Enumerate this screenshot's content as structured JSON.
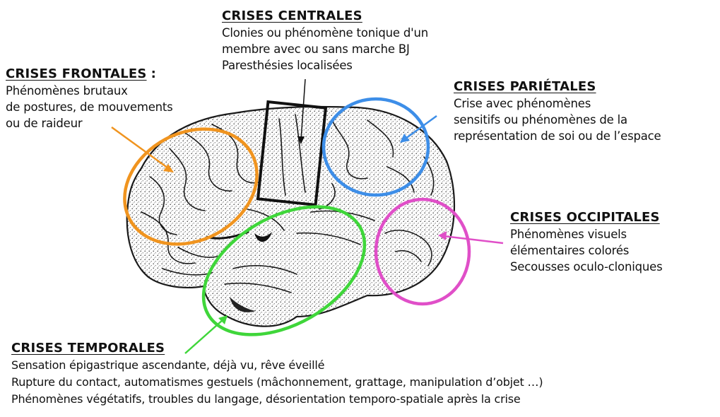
{
  "regions": {
    "central": {
      "title": "CRISES CENTRALES",
      "lines": [
        "Clonies ou phénomène tonique d'un",
        "membre avec ou sans marche BJ",
        "Paresthésies localisées"
      ],
      "color": "#111111"
    },
    "frontal": {
      "title": "CRISES FRONTALES",
      "title_suffix": " :",
      "lines": [
        "Phénomènes brutaux",
        "de postures, de mouvements",
        "ou de raideur"
      ],
      "color": "#f0941f"
    },
    "parietal": {
      "title": "CRISES PARIÉTALES",
      "lines": [
        "Crise avec phénomènes",
        "sensitifs ou phénomènes de la",
        "représentation de soi ou de l’espace"
      ],
      "color": "#3d8ee8"
    },
    "occipital": {
      "title": "CRISES OCCIPITALES",
      "lines": [
        "Phénomènes visuels",
        "élémentaires colorés",
        "Secousses oculo-cloniques"
      ],
      "color": "#e04fc8"
    },
    "temporal": {
      "title": "CRISES TEMPORALES",
      "lines": [
        "Sensation épigastrique ascendante, déjà vu, rêve éveillé",
        "Rupture du contact, automatismes gestuels (mâchonnement, grattage, manipulation d’objet …)",
        "Phénomènes végétatifs, troubles du langage, désorientation temporo-spatiale après la crise"
      ],
      "color": "#3fd63a"
    }
  },
  "brain_icon": "brain-lateral-view-drawing"
}
